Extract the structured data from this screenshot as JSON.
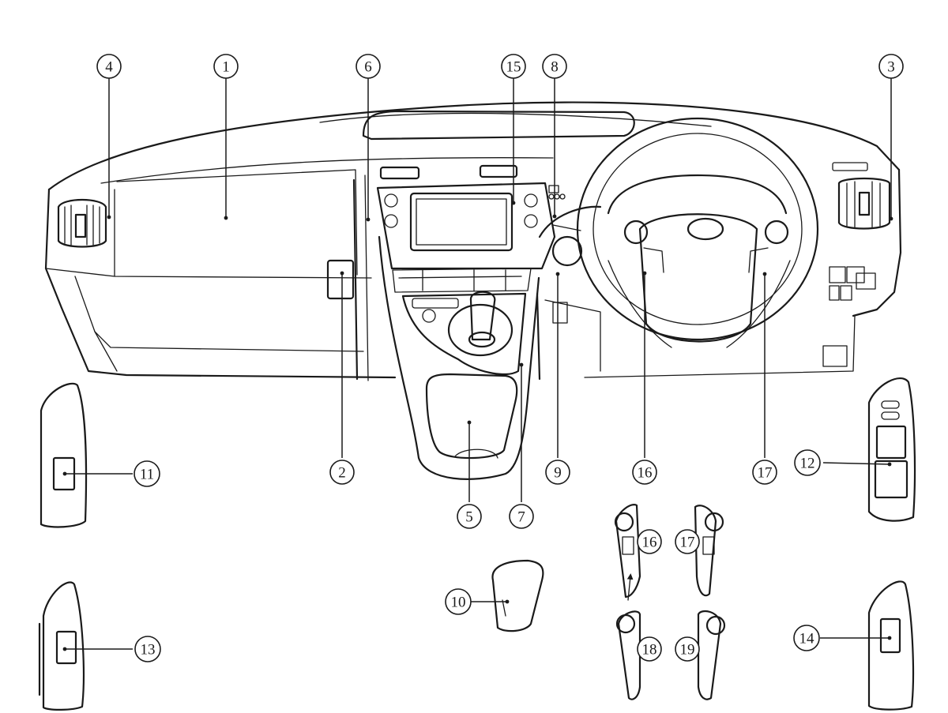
{
  "callouts": [
    {
      "id": "1",
      "label": "1"
    },
    {
      "id": "2",
      "label": "2"
    },
    {
      "id": "3",
      "label": "3"
    },
    {
      "id": "4",
      "label": "4"
    },
    {
      "id": "5",
      "label": "5"
    },
    {
      "id": "6",
      "label": "6"
    },
    {
      "id": "7",
      "label": "7"
    },
    {
      "id": "8",
      "label": "8"
    },
    {
      "id": "9",
      "label": "9"
    },
    {
      "id": "10",
      "label": "10"
    },
    {
      "id": "11",
      "label": "11"
    },
    {
      "id": "12",
      "label": "12"
    },
    {
      "id": "13",
      "label": "13"
    },
    {
      "id": "14",
      "label": "14"
    },
    {
      "id": "15",
      "label": "15"
    },
    {
      "id": "16",
      "label": "16"
    },
    {
      "id": "16b",
      "label": "16"
    },
    {
      "id": "17",
      "label": "17"
    },
    {
      "id": "17b",
      "label": "17"
    },
    {
      "id": "18",
      "label": "18"
    },
    {
      "id": "19",
      "label": "19"
    }
  ]
}
